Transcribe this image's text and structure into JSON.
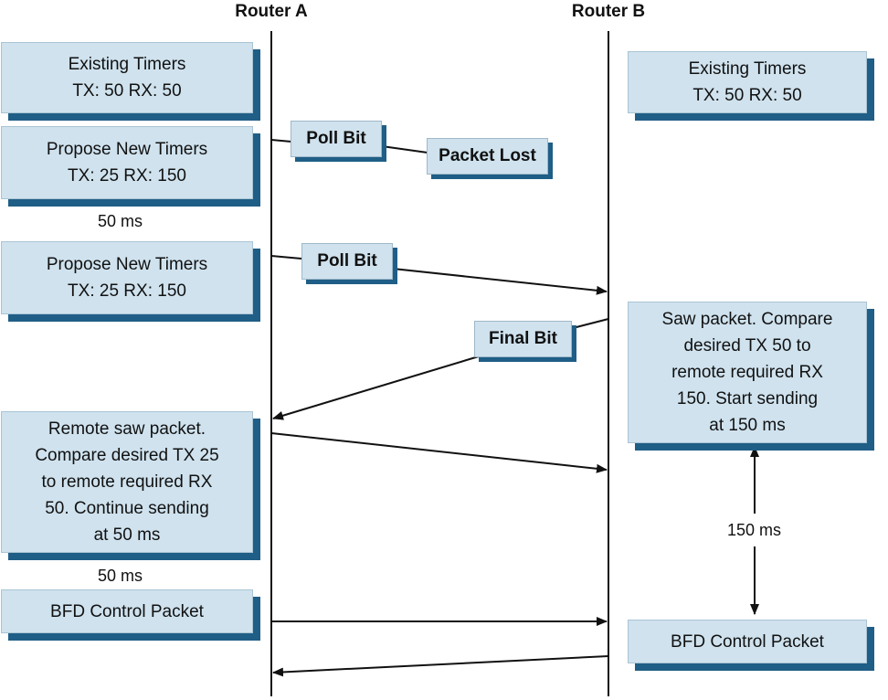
{
  "routers": {
    "a": "Router A",
    "b": "Router B"
  },
  "a_boxes": {
    "existing": {
      "line1": "Existing Timers",
      "line2": "TX: 50 RX: 50"
    },
    "propose1": {
      "line1": "Propose New Timers",
      "line2": "TX: 25 RX: 150"
    },
    "propose2": {
      "line1": "Propose New Timers",
      "line2": "TX: 25 RX: 150"
    },
    "remote_saw": {
      "line1": "Remote saw packet.",
      "line2": "Compare desired TX 25",
      "line3": "to remote required RX",
      "line4": "50. Continue sending",
      "line5": "at 50 ms"
    },
    "bfd": "BFD Control Packet"
  },
  "b_boxes": {
    "existing": {
      "line1": "Existing Timers",
      "line2": "TX: 50 RX: 50"
    },
    "saw": {
      "line1": "Saw packet. Compare",
      "line2": "desired TX 50 to",
      "line3": "remote required RX",
      "line4": "150. Start sending",
      "line5": "at 150 ms"
    },
    "bfd": "BFD Control Packet"
  },
  "message_labels": {
    "poll_bit_1": "Poll Bit",
    "packet_lost": "Packet Lost",
    "poll_bit_2": "Poll Bit",
    "final_bit": "Final Bit"
  },
  "intervals": {
    "a_first": "50 ms",
    "a_second": "50 ms",
    "b": "150 ms"
  },
  "colors": {
    "box_fill": "#cfe2ee",
    "box_shadow": "#1f5e86",
    "line": "#111111"
  }
}
